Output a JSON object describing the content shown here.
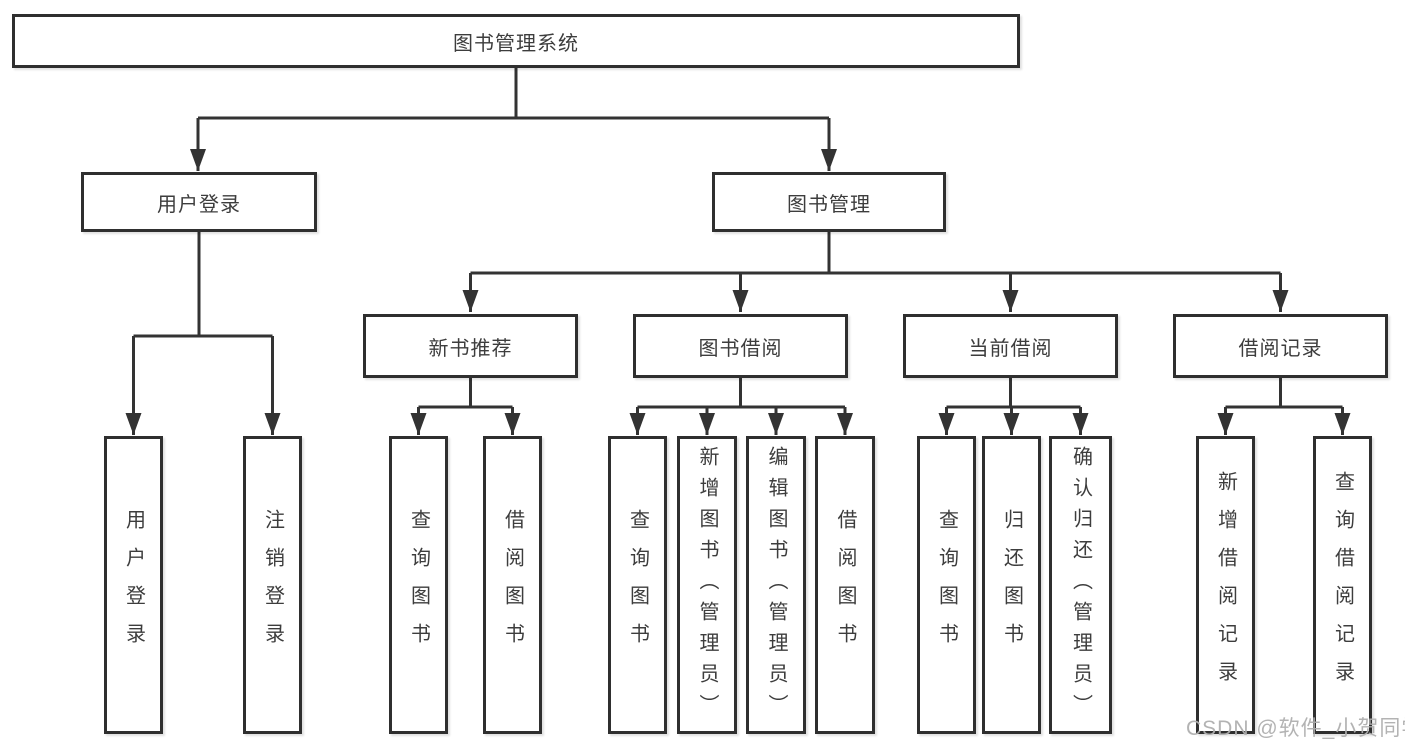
{
  "colors": {
    "line": "#333333",
    "node_border": "#2f2f2f",
    "text": "#3d3d3d",
    "background": "#ffffff",
    "watermark": "#afafaf"
  },
  "watermark": {
    "text": "CSDN @软件_小贺同学"
  },
  "tree": {
    "root": {
      "label": "图书管理系统",
      "children": [
        {
          "label": "用户登录",
          "children": [
            {
              "label": "用户登录"
            },
            {
              "label": "注销登录"
            }
          ]
        },
        {
          "label": "图书管理",
          "children": [
            {
              "label": "新书推荐",
              "children": [
                {
                  "label": "查询图书"
                },
                {
                  "label": "借阅图书"
                }
              ]
            },
            {
              "label": "图书借阅",
              "children": [
                {
                  "label": "查询图书"
                },
                {
                  "label": "新增图书（管理员）"
                },
                {
                  "label": "编辑图书（管理员）"
                },
                {
                  "label": "借阅图书"
                }
              ]
            },
            {
              "label": "当前借阅",
              "children": [
                {
                  "label": "查询图书"
                },
                {
                  "label": "归还图书"
                },
                {
                  "label": "确认归还（管理员）"
                }
              ]
            },
            {
              "label": "借阅记录",
              "children": [
                {
                  "label": "新增借阅记录"
                },
                {
                  "label": "查询借阅记录"
                }
              ]
            }
          ]
        }
      ]
    }
  }
}
